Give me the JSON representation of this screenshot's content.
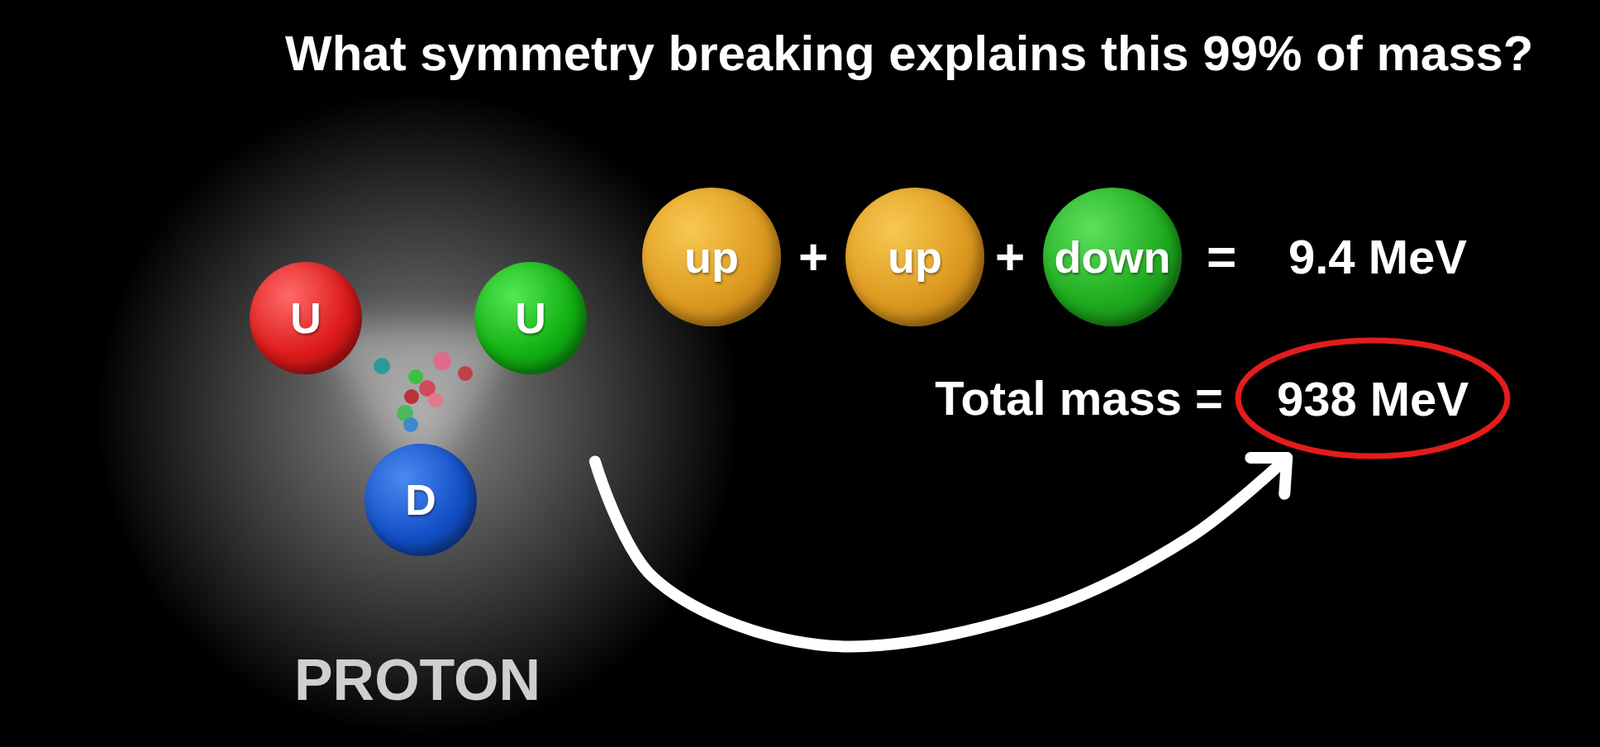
{
  "diagram": {
    "title": "What symmetry breaking explains this 99% of mass?",
    "nodes": [
      {
        "text": [
          "PROTON"
        ]
      },
      {
        "text": [
          "U"
        ],
        "in": 0
      },
      {
        "text": [
          "U"
        ],
        "in": 0
      },
      {
        "text": [
          "D"
        ],
        "in": 0
      },
      {
        "text": [
          "up"
        ]
      },
      {
        "text": [
          "up"
        ]
      },
      {
        "text": [
          "down"
        ]
      },
      {
        "text": [
          "938 MeV"
        ]
      }
    ],
    "edges": [
      {
        "from": 0,
        "to": 7,
        "arrow": "to"
      }
    ],
    "labels": [
      "+",
      "+",
      "=",
      "9.4 MeV",
      "Total mass ="
    ]
  }
}
